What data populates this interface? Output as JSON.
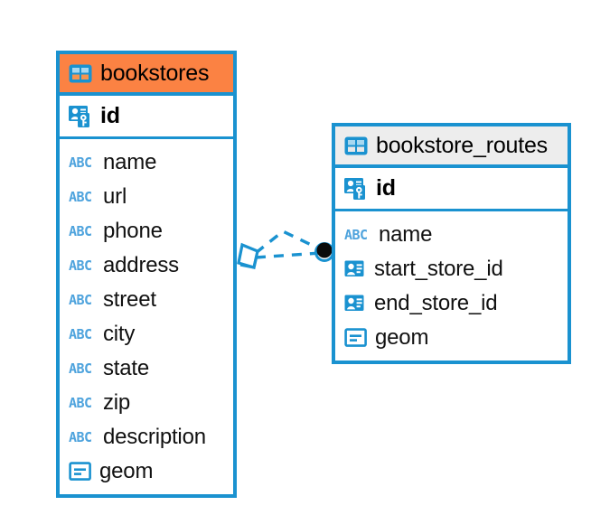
{
  "diagram": {
    "title": "bookstores-bookstore_routes-er-diagram",
    "background": "#ffffff",
    "accent_color": "#1a92d0",
    "highlight_color": "#fb8243",
    "header_plain_color": "#ededed"
  },
  "entities": [
    {
      "name": "bookstores",
      "header_style": "accent",
      "table_icon": "table-icon",
      "primary_key": {
        "label": "id",
        "icon": "primary-key-icon"
      },
      "fields": [
        {
          "label": "name",
          "icon": "text-field-icon",
          "type": "ABC"
        },
        {
          "label": "url",
          "icon": "text-field-icon",
          "type": "ABC"
        },
        {
          "label": "phone",
          "icon": "text-field-icon",
          "type": "ABC"
        },
        {
          "label": "address",
          "icon": "text-field-icon",
          "type": "ABC"
        },
        {
          "label": "street",
          "icon": "text-field-icon",
          "type": "ABC"
        },
        {
          "label": "city",
          "icon": "text-field-icon",
          "type": "ABC"
        },
        {
          "label": "state",
          "icon": "text-field-icon",
          "type": "ABC"
        },
        {
          "label": "zip",
          "icon": "text-field-icon",
          "type": "ABC"
        },
        {
          "label": "description",
          "icon": "text-field-icon",
          "type": "ABC"
        },
        {
          "label": "geom",
          "icon": "geometry-field-icon",
          "type": "GEOM"
        }
      ]
    },
    {
      "name": "bookstore_routes",
      "header_style": "plain",
      "table_icon": "table-icon",
      "primary_key": {
        "label": "id",
        "icon": "primary-key-icon"
      },
      "fields": [
        {
          "label": "name",
          "icon": "text-field-icon",
          "type": "ABC"
        },
        {
          "label": "start_store_id",
          "icon": "foreign-key-icon",
          "type": "FK"
        },
        {
          "label": "end_store_id",
          "icon": "foreign-key-icon",
          "type": "FK"
        },
        {
          "label": "geom",
          "icon": "geometry-field-icon",
          "type": "GEOM"
        }
      ]
    }
  ],
  "relationship": {
    "source_entity": "bookstores",
    "target_entity": "bookstore_routes",
    "source_marker": "many-diamond-marker",
    "target_marker": "one-filled-circle-marker",
    "line_style": "dashed",
    "line_color": "#1a92d0"
  }
}
